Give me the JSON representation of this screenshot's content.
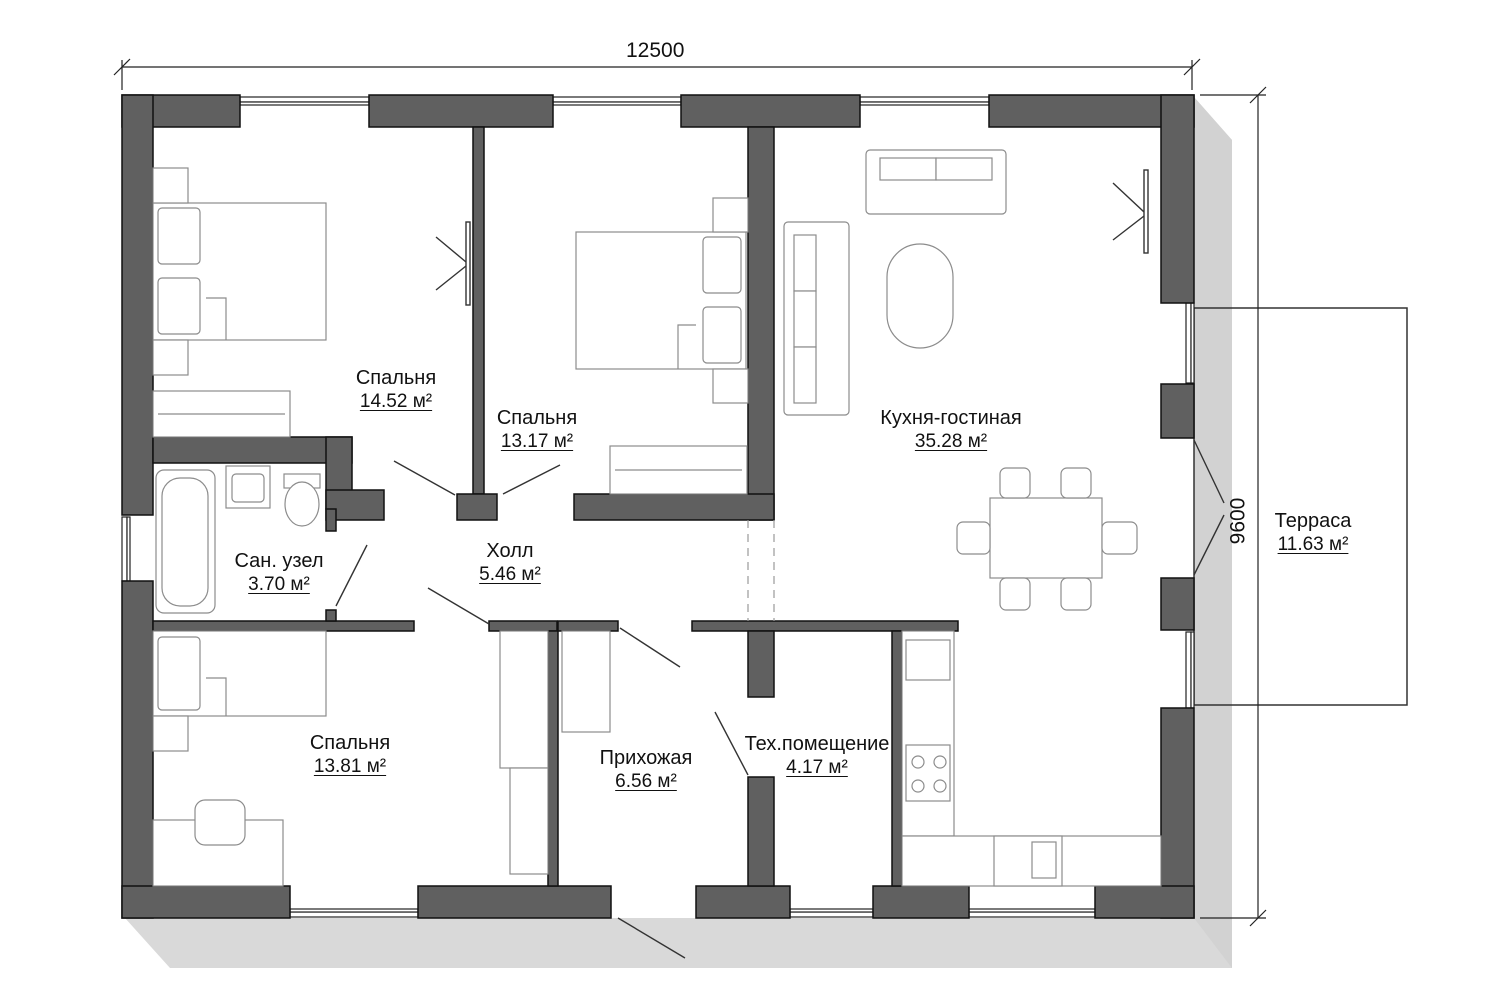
{
  "dimensions": {
    "width_label": "12500",
    "height_label": "9600"
  },
  "rooms": [
    {
      "id": "bedroom-1",
      "name": "Спальня",
      "area": "14.52 м²"
    },
    {
      "id": "bedroom-2",
      "name": "Спальня",
      "area": "13.17 м²"
    },
    {
      "id": "kitchen-living",
      "name": "Кухня-гостиная",
      "area": "35.28 м²"
    },
    {
      "id": "bathroom",
      "name": "Сан. узел",
      "area": "3.70 м²"
    },
    {
      "id": "hall",
      "name": "Холл",
      "area": "5.46 м²"
    },
    {
      "id": "terrace",
      "name": "Терраса",
      "area": "11.63 м²"
    },
    {
      "id": "bedroom-3",
      "name": "Спальня",
      "area": "13.81 м²"
    },
    {
      "id": "entrance",
      "name": "Прихожая",
      "area": "6.56 м²"
    },
    {
      "id": "utility",
      "name": "Тех.помещение",
      "area": "4.17 м²"
    }
  ],
  "colors": {
    "wall_fill": "#606060",
    "wall_stroke": "#111111",
    "shadow": "#d9d9d9",
    "line": "#222222",
    "furniture": "#9a9a9a"
  }
}
